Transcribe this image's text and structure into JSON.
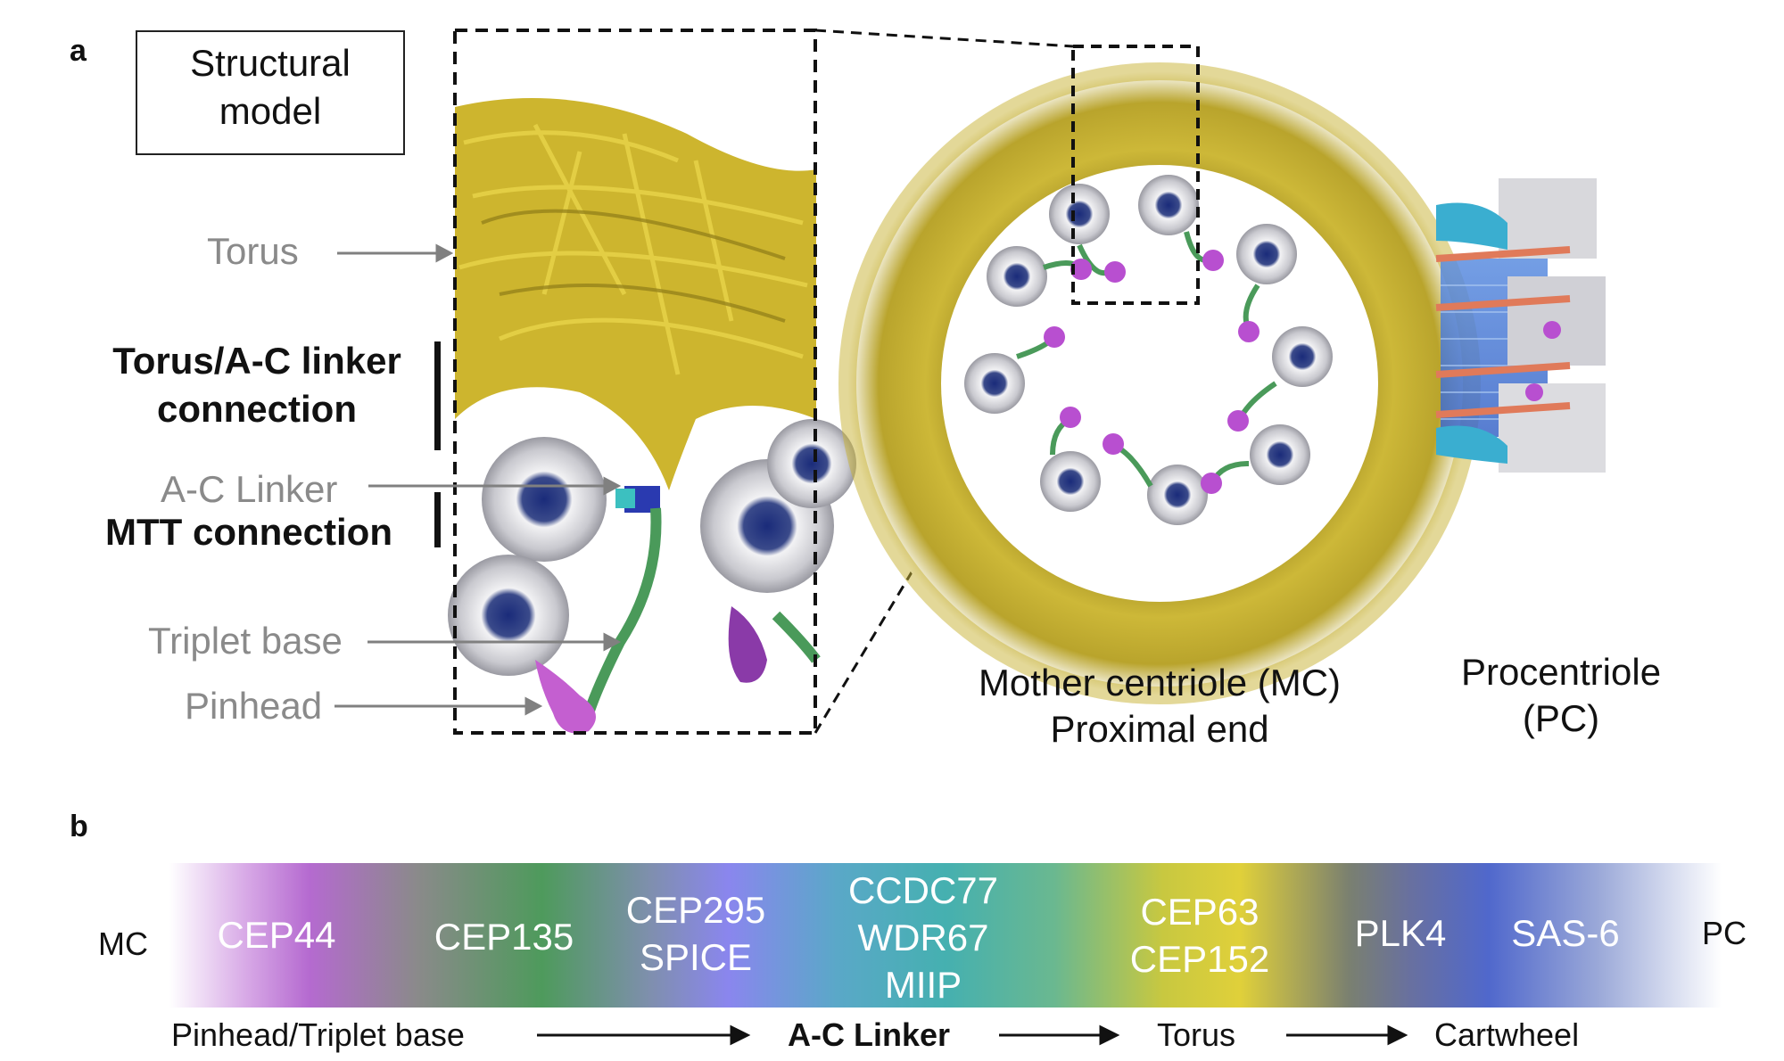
{
  "panel_a": {
    "letter": "a",
    "box_title_line1": "Structural",
    "box_title_line2": "model",
    "labels": {
      "torus": "Torus",
      "torus_ac_line1": "Torus/A-C linker",
      "torus_ac_line2": "connection",
      "ac_linker": "A-C Linker",
      "mtt": "MTT connection",
      "triplet_base": "Triplet base",
      "pinhead": "Pinhead"
    },
    "mother_centriole_line1": "Mother centriole (MC)",
    "mother_centriole_line2": "Proximal end",
    "procentriole_line1": "Procentriole",
    "procentriole_line2": "(PC)"
  },
  "panel_b": {
    "letter": "b",
    "left_end": "MC",
    "right_end": "PC",
    "proteins": {
      "cep44": "CEP44",
      "cep135": "CEP135",
      "cep295": "CEP295",
      "spice": "SPICE",
      "ccdc77": "CCDC77",
      "wdr67": "WDR67",
      "miip": "MIIP",
      "cep63": "CEP63",
      "cep152": "CEP152",
      "plk4": "PLK4",
      "sas6": "SAS-6"
    },
    "flow": [
      "Pinhead/Triplet base",
      "A-C Linker",
      "Torus",
      "Cartwheel"
    ]
  },
  "colors": {
    "torus_yellow": "#c9b52a",
    "pinhead_purple": "#b048c0",
    "linker_green": "#4a9a5a",
    "triplet_gray": "#d8d8dc",
    "cep44": "#b56ad0",
    "cep135": "#4e9a5c",
    "cep295": "#8a86ee",
    "linker_teal": "#45b0b0",
    "cep63": "#e0d03a",
    "plk4": "#7a8070",
    "sas6": "#5068cc"
  }
}
